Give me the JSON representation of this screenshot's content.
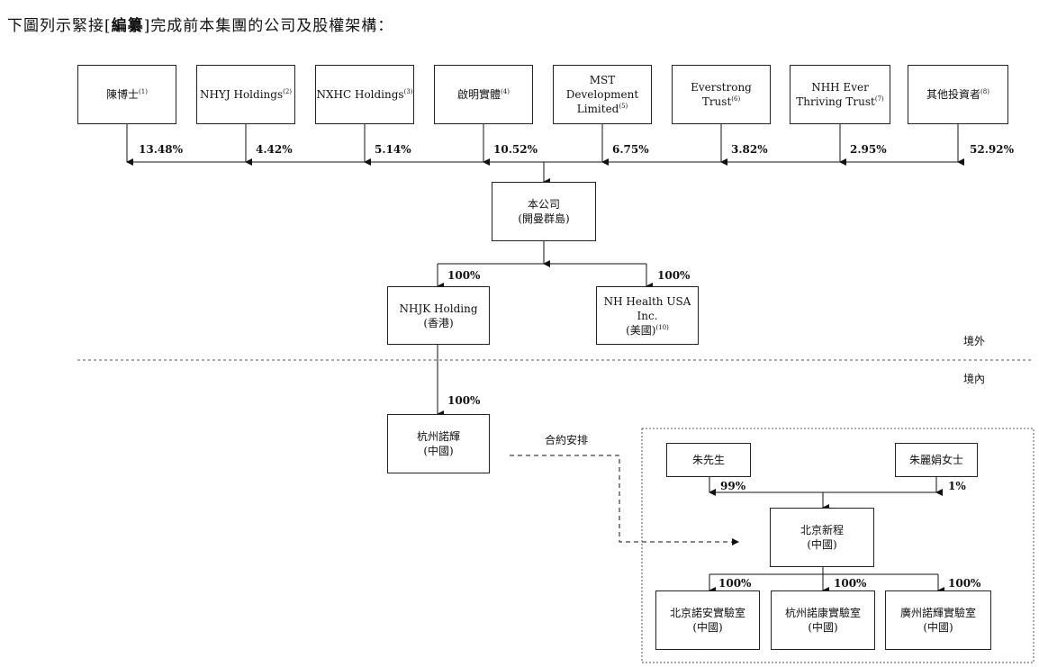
{
  "intro": {
    "before": "下圖列示緊接[",
    "bold": "編纂",
    "after": "]完成前本集團的公司及股權架構："
  },
  "shareholders": [
    {
      "line1": "陳博士",
      "line2": "",
      "note": "(1)",
      "pct": "13.48%"
    },
    {
      "line1": "NHYJ Holdings",
      "line2": "",
      "note": "(2)",
      "pct": "4.42%"
    },
    {
      "line1": "NXHC Holdings",
      "line2": "",
      "note": "(3)",
      "pct": "5.14%"
    },
    {
      "line1": "啟明實體",
      "line2": "",
      "note": "(4)",
      "pct": "10.52%"
    },
    {
      "line1": "MST Development",
      "line2": "Limited",
      "note": "(5)",
      "pct": "6.75%"
    },
    {
      "line1": "Everstrong",
      "line2": "Trust",
      "note": "(6)",
      "pct": "3.82%"
    },
    {
      "line1": "NHH Ever",
      "line2": "Thriving Trust",
      "note": "(7)",
      "pct": "2.95%"
    },
    {
      "line1": "其他投資者",
      "line2": "",
      "note": "(8)",
      "pct": "52.92%"
    }
  ],
  "company": {
    "line1": "本公司",
    "line2": "(開曼群島)"
  },
  "nhjk": {
    "line1": "NHJK Holding",
    "line2": "(香港)",
    "pct": "100%"
  },
  "nhusa": {
    "line1": "NH Health USA Inc.",
    "line2": "(美國)",
    "note": "(10)",
    "pct": "100%"
  },
  "offshore_label": "境外",
  "onshore_label": "境內",
  "hangzhou": {
    "line1": "杭州諾輝",
    "line2": "(中國)",
    "pct": "100%"
  },
  "contract_label": "合約安排",
  "mr_zhu": {
    "line1": "朱先生",
    "pct": "99%"
  },
  "ms_zhu": {
    "line1": "朱麗娟女士",
    "pct": "1%"
  },
  "beijing_xc": {
    "line1": "北京新程",
    "line2": "(中國)"
  },
  "labs": [
    {
      "line1": "北京諾安實驗室",
      "line2": "(中國)",
      "pct": "100%"
    },
    {
      "line1": "杭州諾康實驗室",
      "line2": "(中國)",
      "pct": "100%"
    },
    {
      "line1": "廣州諾輝實驗室",
      "line2": "(中國)",
      "pct": "100%"
    }
  ]
}
